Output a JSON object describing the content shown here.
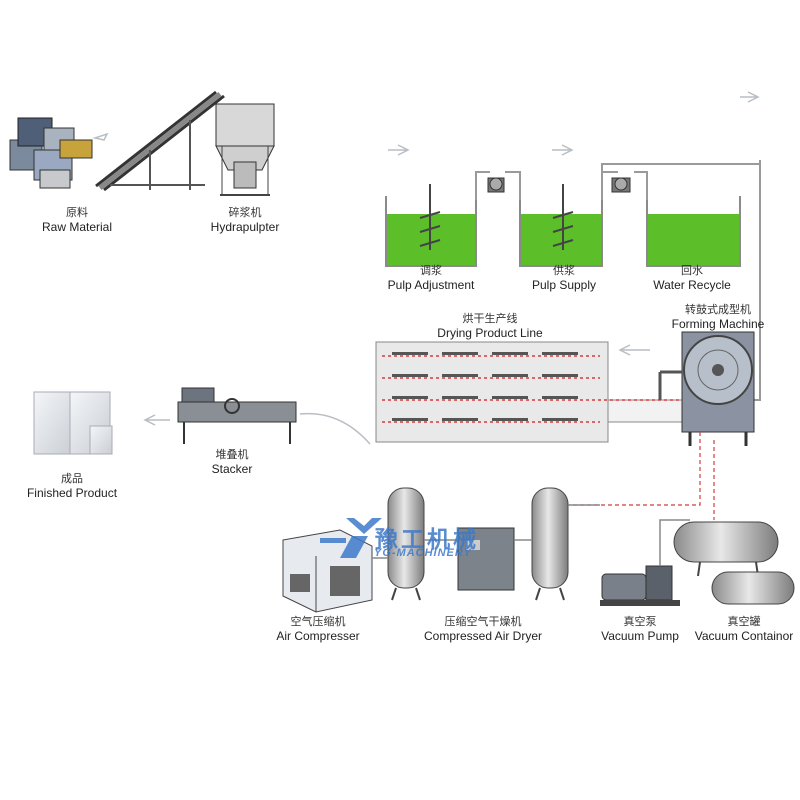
{
  "stations": {
    "raw_material": {
      "cn": "原料",
      "en": "Raw Material"
    },
    "hydrapulpter": {
      "cn": "碎浆机",
      "en": "Hydrapulpter"
    },
    "pulp_adjustment": {
      "cn": "调浆",
      "en": "Pulp Adjustment"
    },
    "pulp_supply": {
      "cn": "供浆",
      "en": "Pulp Supply"
    },
    "water_recycle": {
      "cn": "回水",
      "en": "Water Recycle"
    },
    "forming_machine": {
      "cn": "转鼓式成型机",
      "en": "Forming Machine"
    },
    "drying_line": {
      "cn": "烘干生产线",
      "en": "Drying Product Line"
    },
    "stacker": {
      "cn": "堆叠机",
      "en": "Stacker"
    },
    "finished_product": {
      "cn": "成品",
      "en": "Finished Product"
    },
    "air_compresser": {
      "cn": "空气压缩机",
      "en": "Air Compresser"
    },
    "air_dryer": {
      "cn": "压缩空气干燥机",
      "en": "Compressed Air Dryer"
    },
    "vacuum_pump": {
      "cn": "真空泵",
      "en": "Vacuum Pump"
    },
    "vacuum_container": {
      "cn": "真空罐",
      "en": "Vacuum Containor"
    }
  },
  "watermark": {
    "cn": "豫工机械",
    "en": "YG-MACHINERY"
  },
  "colors": {
    "pulp_green": "#5cbf2a",
    "line": "#9a9a9a",
    "dashed_red": "#d23c3c",
    "arrow": "#b9bec4",
    "watermark_blue": "#3d79c9"
  }
}
